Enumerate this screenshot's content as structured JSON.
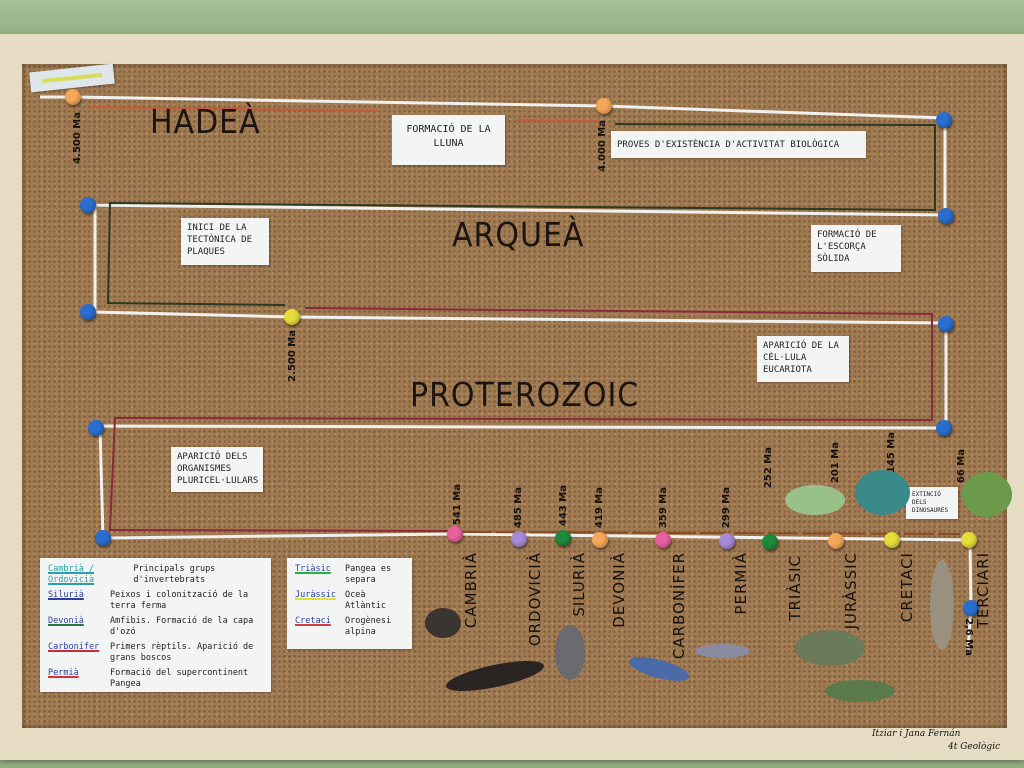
{
  "eras": {
    "hadean": "HADEÀ",
    "archean": "ARQUEÀ",
    "proterozoic": "PROTEROZOIC"
  },
  "era_dates": {
    "d4500": "4.500 Ma",
    "d4000": "4.000 Ma",
    "d2500": "2.500 Ma"
  },
  "notes": {
    "moon": "Formació de la lluna",
    "biological": "Proves d'existència d'activitat biològica",
    "tectonics": "Inici de la tectònica de plaques",
    "crust": "Formació de l'escorça sòlida",
    "eukaryote": "Aparició de la cèl·lula eucariota",
    "multicellular": "Aparició dels organismes pluricel·lulars",
    "extinction": "Extinció dels dinosaures"
  },
  "periods": [
    {
      "name": "CAMBRIÀ",
      "date": "541 Ma",
      "color": "#e8609e"
    },
    {
      "name": "ORDOVICIÀ",
      "date": "485 Ma",
      "color": "#a88ad8"
    },
    {
      "name": "SILURIÀ",
      "date": "443 Ma",
      "color": "#1e8a3c"
    },
    {
      "name": "DEVONIÀ",
      "date": "419 Ma",
      "color": "#f6a85a"
    },
    {
      "name": "CARBONÍFER",
      "date": "359 Ma",
      "color": "#e8609e"
    },
    {
      "name": "PERMIÀ",
      "date": "299 Ma",
      "color": "#a88ad8"
    },
    {
      "name": "TRIÀSIC",
      "date": "252 Ma",
      "color": "#1e8a3c"
    },
    {
      "name": "JURÀSSIC",
      "date": "201 Ma",
      "color": "#f6a85a"
    },
    {
      "name": "CRETACI",
      "date": "145 Ma",
      "color": "#e6dc3c"
    },
    {
      "name": "TERCIARI",
      "date": "66 Ma",
      "color": "#e6dc3c"
    }
  ],
  "quaternary_date": "2,6 Ma",
  "legend_left": [
    {
      "key": "Cambrià / Ordovicià",
      "text": "Principals grups d'invertebrats",
      "color": "#2aa0a8"
    },
    {
      "key": "Silurià",
      "text": "Peixos i colonització de la terra ferma",
      "color": "#2d3fa0"
    },
    {
      "key": "Devonià",
      "text": "Amfibis. Formació de la capa d'ozó",
      "color": "#2a7a3a"
    },
    {
      "key": "Carbonífer",
      "text": "Primers rèptils. Aparició de grans boscos",
      "color": "#c0303a"
    },
    {
      "key": "Permià",
      "text": "Formació del supercontinent Pangea",
      "color": "#e03030"
    }
  ],
  "legend_right": [
    {
      "key": "Triàsic",
      "text": "Pangea es separa",
      "color": "#2ab040"
    },
    {
      "key": "Juràssic",
      "text": "Oceà Atlàntic",
      "color": "#e0e030"
    },
    {
      "key": "Cretaci",
      "text": "Orogènesi alpina",
      "color": "#d04040"
    }
  ],
  "signature": {
    "names": "Itziar i Jana Fernán",
    "course": "4t Geològic"
  },
  "colors": {
    "string": "#f2f2f2",
    "pin_blue": "#2a6fd0",
    "pin_orange": "#f6a85a",
    "pin_yellow": "#e6dc3c"
  }
}
